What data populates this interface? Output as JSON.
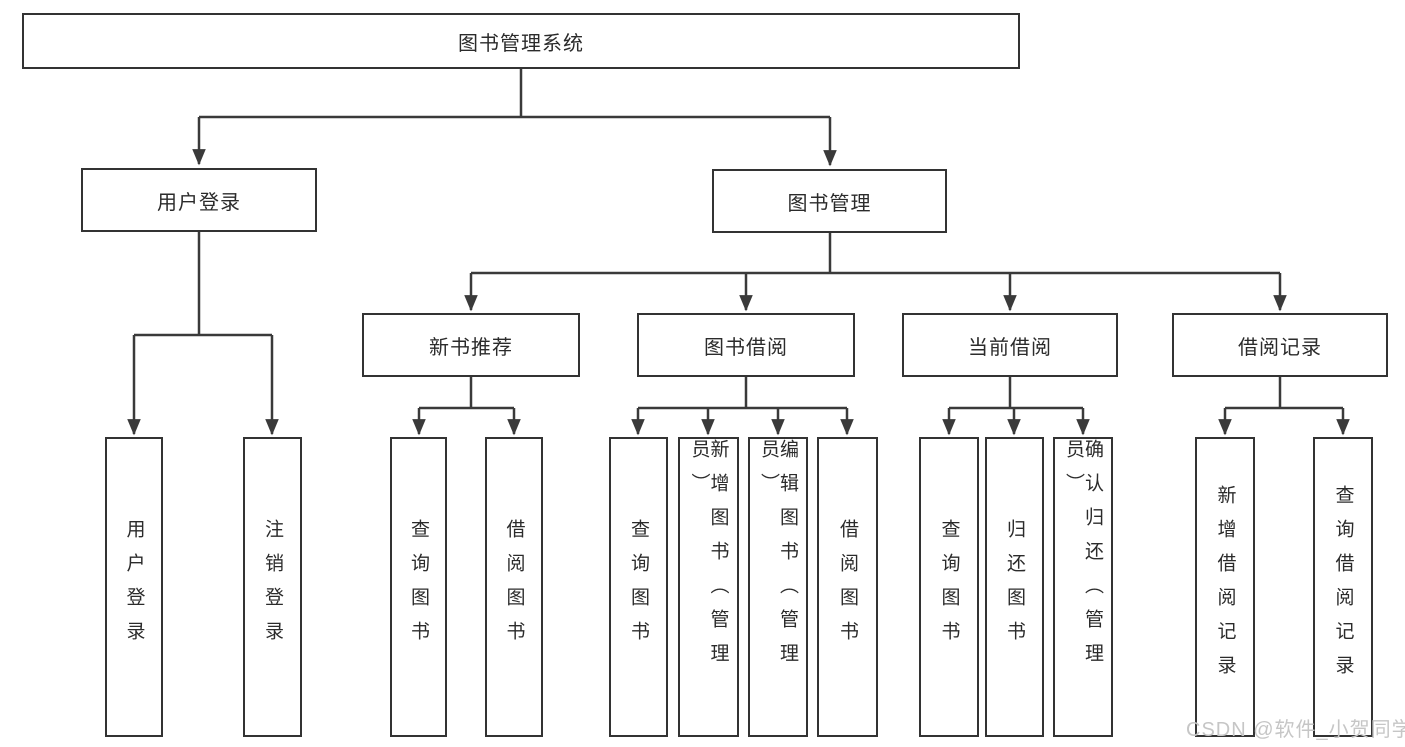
{
  "diagram": {
    "type": "hierarchy",
    "root": {
      "label": "图书管理系统"
    },
    "level2": {
      "user_login": {
        "label": "用户登录"
      },
      "book_management": {
        "label": "图书管理"
      }
    },
    "level3": {
      "new_book_recommend": {
        "label": "新书推荐",
        "parent": "图书管理"
      },
      "book_borrow": {
        "label": "图书借阅",
        "parent": "图书管理"
      },
      "current_borrow": {
        "label": "当前借阅",
        "parent": "图书管理"
      },
      "borrow_record": {
        "label": "借阅记录",
        "parent": "图书管理"
      }
    },
    "leaves": {
      "user_login_leaf": {
        "label": "用户登录",
        "parent": "用户登录"
      },
      "logout_leaf": {
        "label": "注销登录",
        "parent": "用户登录"
      },
      "query_books_recommend": {
        "label": "查询图书",
        "parent": "新书推荐"
      },
      "borrow_books_recommend": {
        "label": "借阅图书",
        "parent": "新书推荐"
      },
      "query_books_borrow": {
        "label": "查询图书",
        "parent": "图书借阅"
      },
      "add_book_admin": {
        "label": "新增图书（管理员）",
        "parent": "图书借阅"
      },
      "edit_book_admin": {
        "label": "编辑图书（管理员）",
        "parent": "图书借阅"
      },
      "borrow_books_borrow": {
        "label": "借阅图书",
        "parent": "图书借阅"
      },
      "query_books_current": {
        "label": "查询图书",
        "parent": "当前借阅"
      },
      "return_book": {
        "label": "归还图书",
        "parent": "当前借阅"
      },
      "confirm_return_admin": {
        "label": "确认归还（管理员）",
        "parent": "当前借阅"
      },
      "add_borrow_record": {
        "label": "新增借阅记录",
        "parent": "借阅记录"
      },
      "query_borrow_record": {
        "label": "查询借阅记录",
        "parent": "借阅记录"
      }
    }
  },
  "watermark": {
    "text": "CSDN @软件_小贺同学"
  },
  "colors": {
    "line": "#3a3a3a",
    "box_border": "#333333",
    "box_fill": "#ffffff",
    "text": "#2b2b2b",
    "watermark": "#c6c6c6",
    "background": "#ffffff"
  }
}
